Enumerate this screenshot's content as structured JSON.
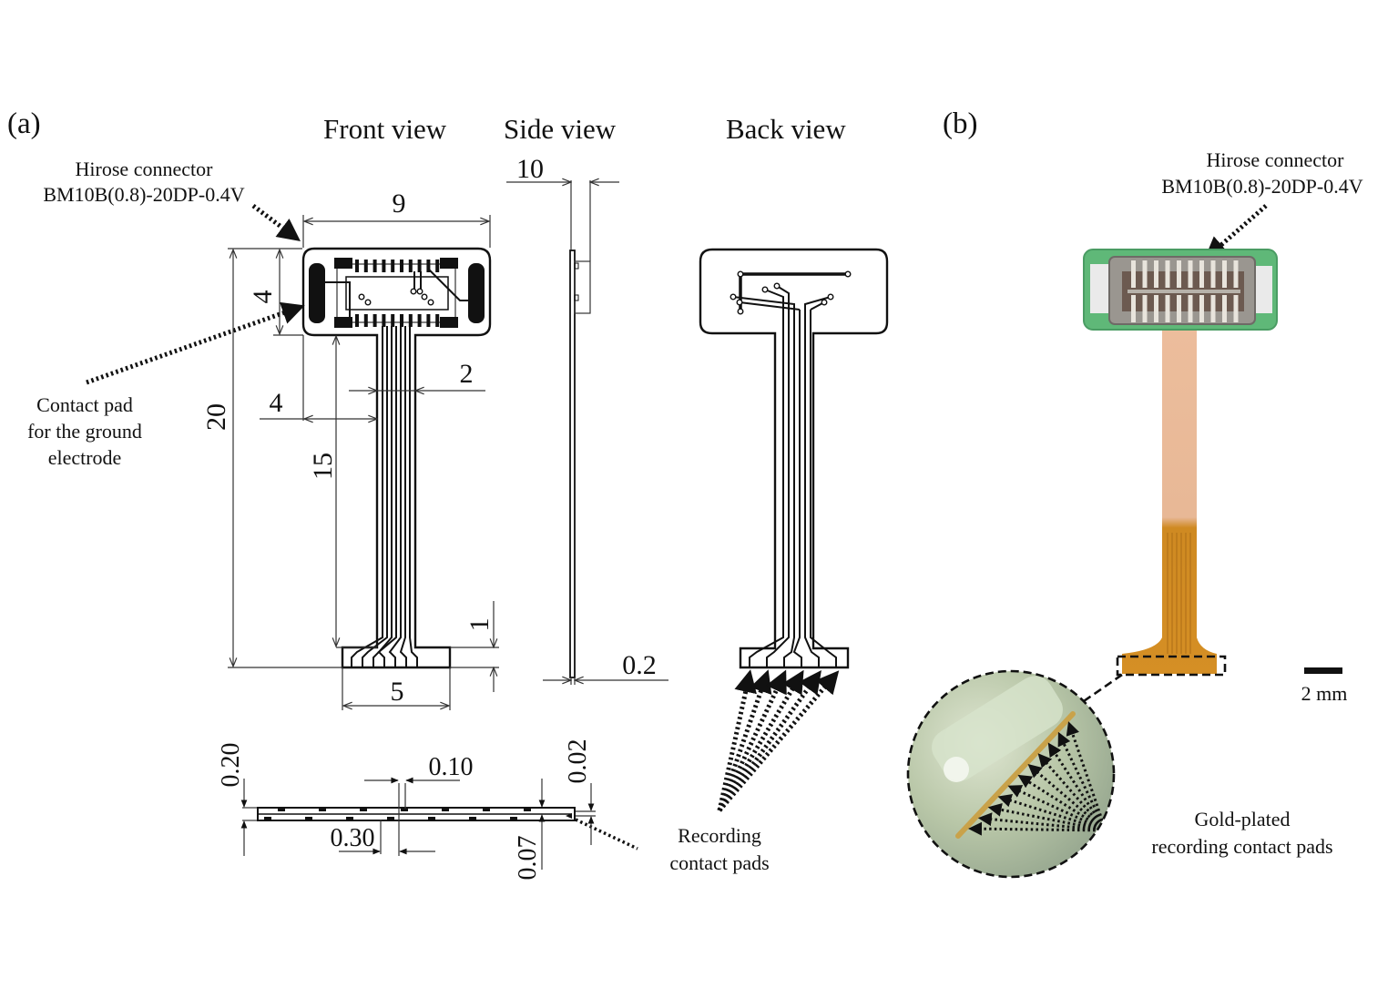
{
  "panel_a": {
    "label": "(a)",
    "views": {
      "front": "Front view",
      "side": "Side view",
      "back": "Back view"
    },
    "connector_label": {
      "line1": "Hirose connector",
      "line2": "BM10B(0.8)-20DP-0.4V"
    },
    "ground_label": {
      "line1": "Contact pad",
      "line2": "for the ground",
      "line3": "electrode"
    },
    "recording_label": {
      "line1": "Recording",
      "line2": "contact pads"
    },
    "dimensions": {
      "head_width": "9",
      "head_height": "4",
      "total_length": "20",
      "shank_length": "15",
      "shank_width": "2",
      "shank_offset": "4",
      "tip_height": "1",
      "tip_width": "5",
      "connector_height": "10",
      "thickness": "0.2",
      "cross_thickness": "0.20",
      "pad_width": "0.10",
      "pad_pitch": "0.30",
      "layer_thickness": "0.07",
      "pad_thickness": "0.02"
    }
  },
  "panel_b": {
    "label": "(b)",
    "connector_label": {
      "line1": "Hirose connector",
      "line2": "BM10B(0.8)-20DP-0.4V"
    },
    "scale_bar": "2 mm",
    "gold_label": {
      "line1": "Gold-plated",
      "line2": "recording contact pads"
    },
    "colors": {
      "pcb_green": "#5fb878",
      "connector_metal": "#9a9690",
      "flex_light": "#eab896",
      "flex_dark": "#cf8a22",
      "inset_bg": "#b9c7a8"
    }
  }
}
